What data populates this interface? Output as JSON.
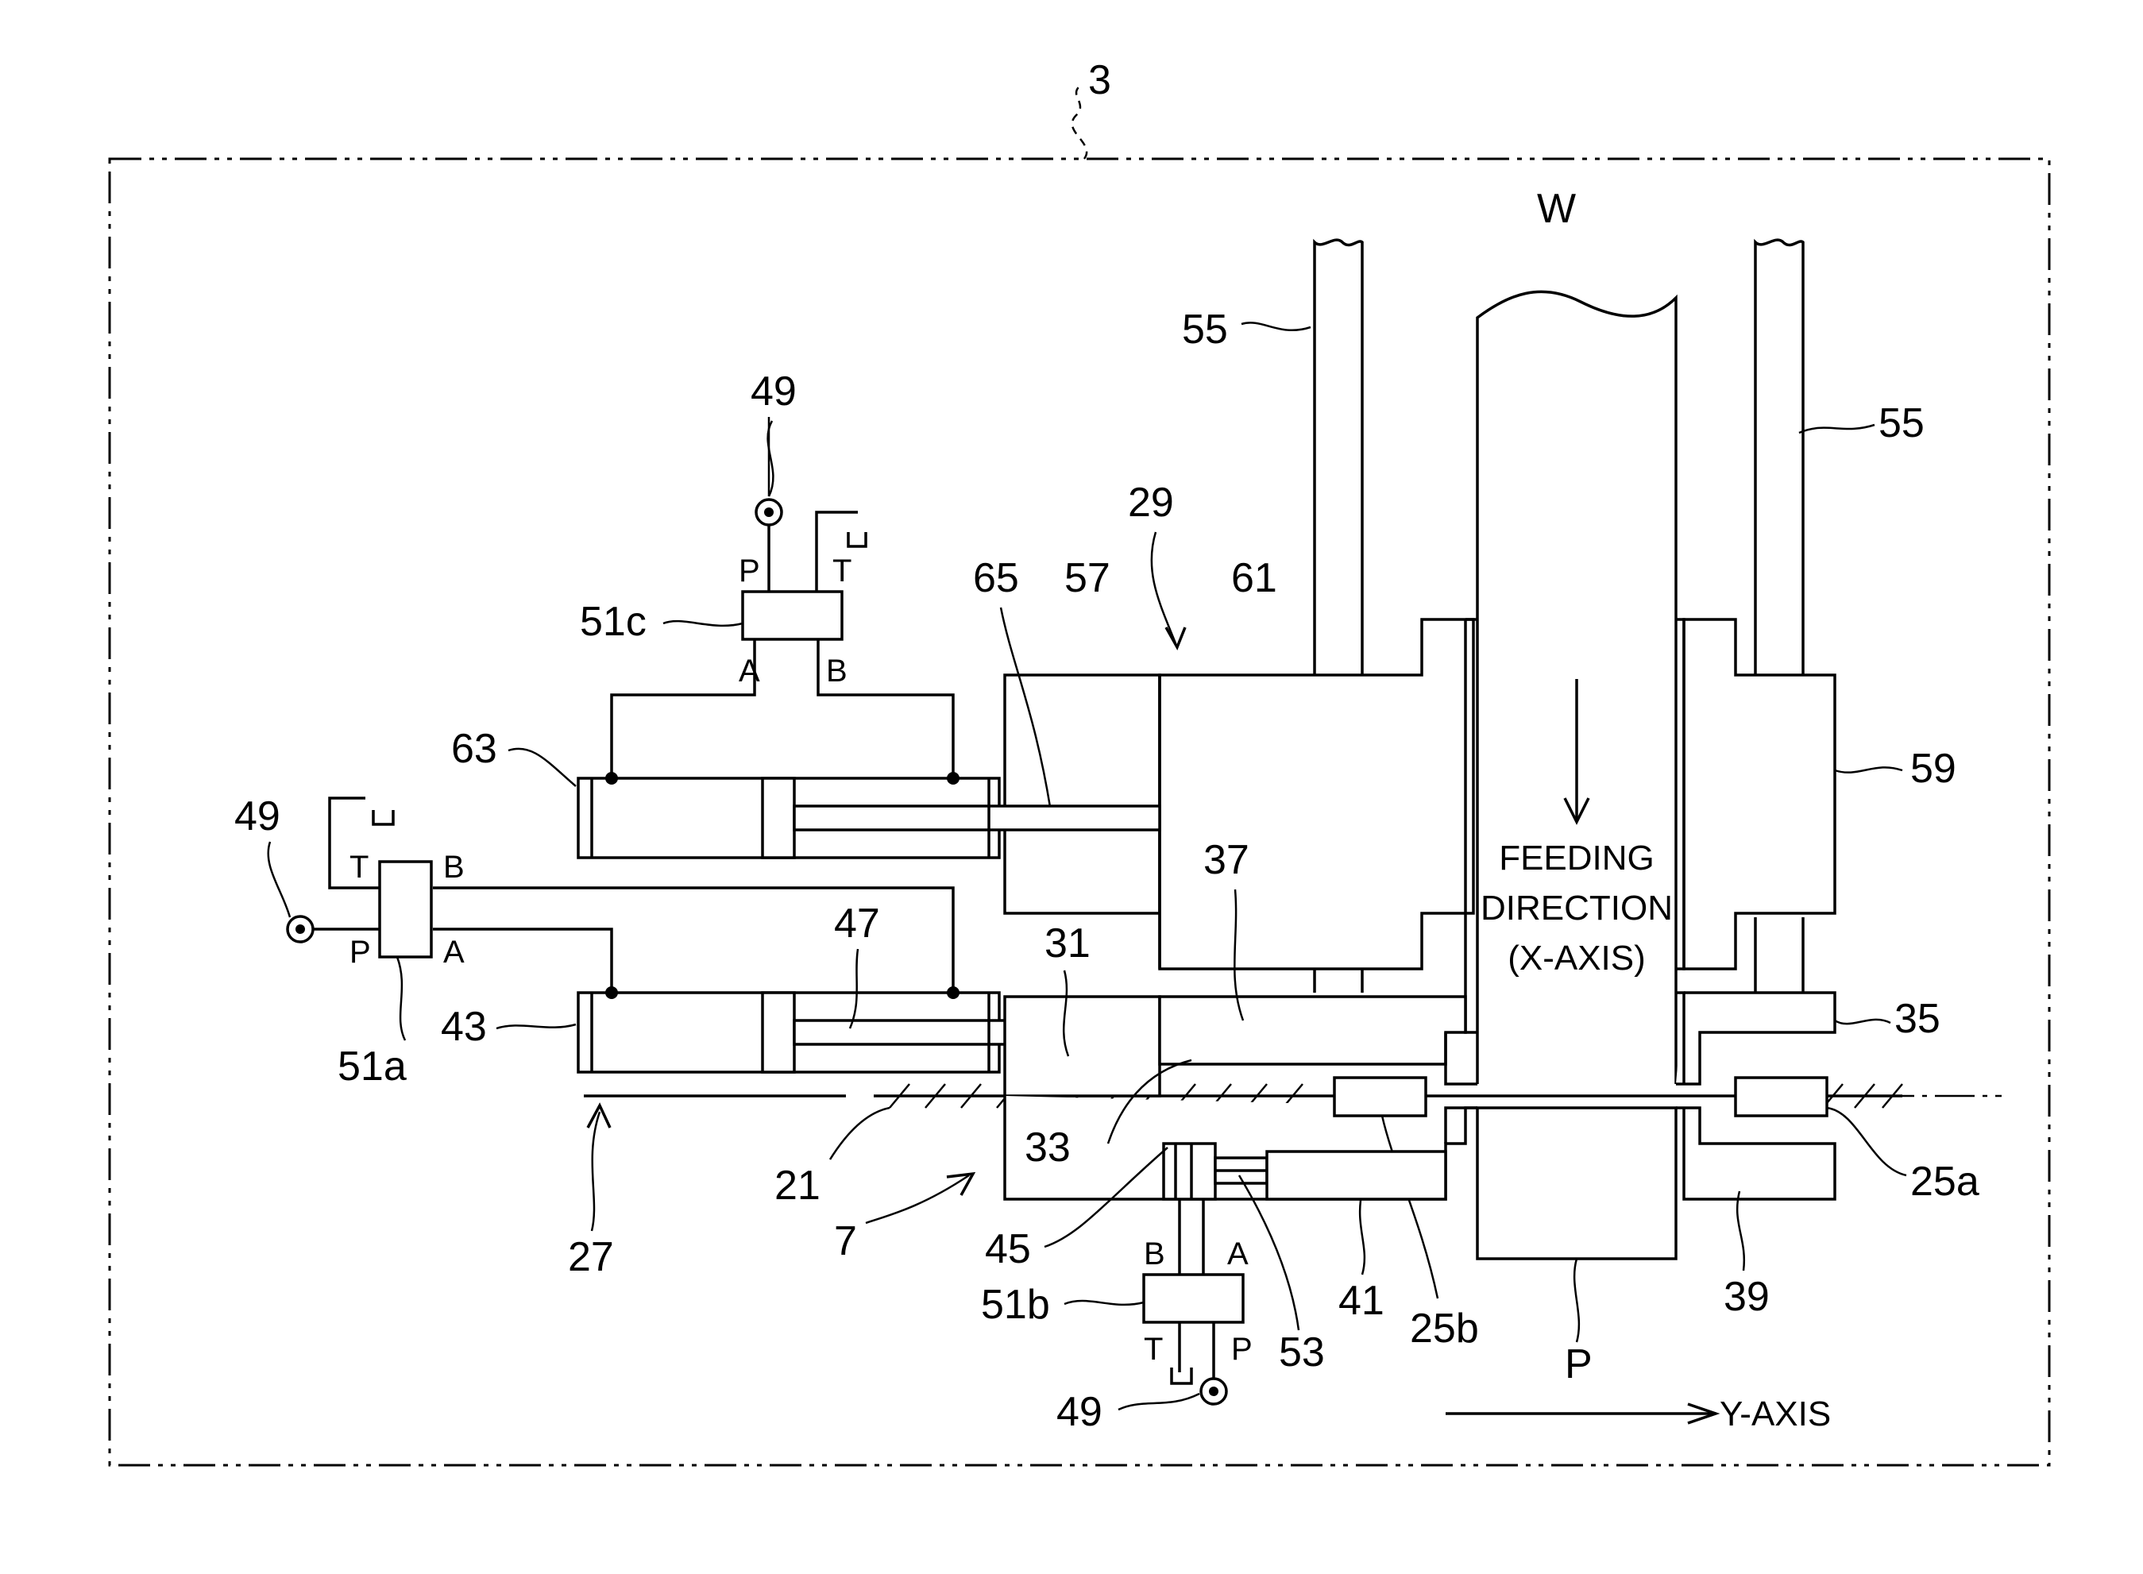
{
  "figure": {
    "reference": "3",
    "labels": {
      "feeding_direction_1": "FEEDING",
      "feeding_direction_2": "DIRECTION",
      "feeding_direction_3": "(X-AXIS)",
      "y_axis": "Y-AXIS",
      "workpiece": "W",
      "product": "P"
    },
    "parts": {
      "frame": "3",
      "clamp_device": "7",
      "rail": "21",
      "guide_a": "25a",
      "guide_b": "25b",
      "base_line": "27",
      "vise": "29",
      "fixed_body": "31",
      "hatched_part": "33",
      "fixed_jaw": "35",
      "fixed_arm": "37",
      "lower_jaw": "39",
      "lower_body": "41",
      "cylinder_main": "43",
      "small_cylinder": "45",
      "rod_main": "47",
      "pressure_source_left": "49",
      "pressure_source_top": "49",
      "pressure_source_bottom": "49",
      "valve_a": "51a",
      "valve_b": "51b",
      "valve_c": "51c",
      "small_rod": "53",
      "post_left": "55",
      "post_right": "55",
      "movable_block": "57",
      "movable_jaw": "59",
      "upper_arm": "61",
      "cylinder_upper": "63",
      "rod_upper": "65"
    },
    "ports": {
      "P": "P",
      "T": "T",
      "A": "A",
      "B": "B"
    }
  }
}
